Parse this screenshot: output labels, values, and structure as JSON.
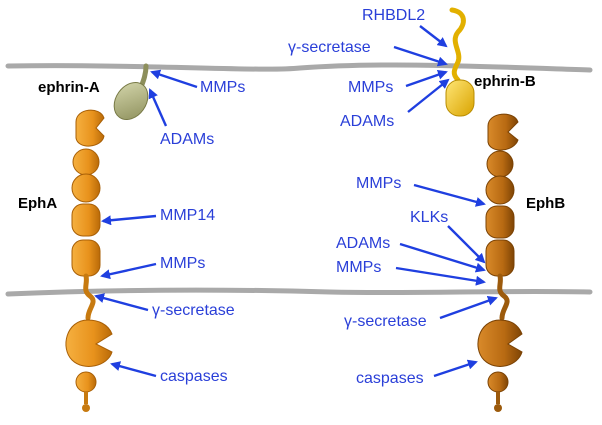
{
  "proteins": {
    "ephrin_a": "ephrin-A",
    "ephrin_b": "ephrin-B",
    "eph_a": "EphA",
    "eph_b": "EphB"
  },
  "left_enzymes": {
    "mmps_ligand": "MMPs",
    "adams_ligand": "ADAMs",
    "mmp14": "MMP14",
    "mmps_receptor": "MMPs",
    "gamma_secretase": "γ-secretase",
    "caspases": "caspases"
  },
  "right_enzymes": {
    "rhbdl2": "RHBDL2",
    "gamma_secretase_ligand": "γ-secretase",
    "mmps_ligand": "MMPs",
    "adams_ligand": "ADAMs",
    "mmps_receptor": "MMPs",
    "klks": "KLKs",
    "adams_receptor": "ADAMs",
    "mmps_juxtamembrane": "MMPs",
    "gamma_secretase_receptor": "γ-secretase",
    "caspases": "caspases"
  },
  "colors": {
    "enzyme_text": "#2a3fd8",
    "arrow": "#1f3fe0",
    "membrane": "#a9a9a9",
    "eph_a_body": "#e8921c",
    "eph_b_body": "#b86a12",
    "ephrin_a_body": "#b7b98a",
    "ephrin_b_body": "#f2c21a"
  }
}
